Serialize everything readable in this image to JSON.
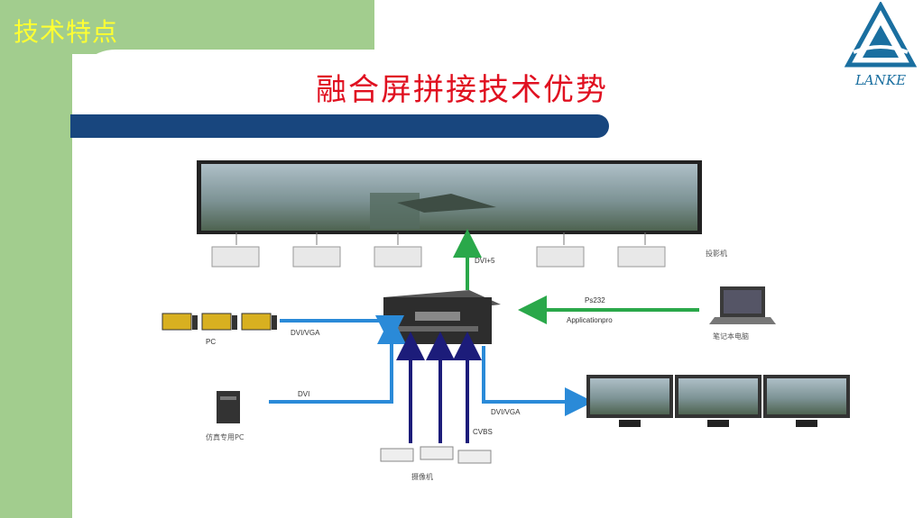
{
  "section_title": "技术特点",
  "main_title": "融合屏拼接技术优势",
  "logo": {
    "text": "LANKE",
    "color": "#1a6fa0",
    "icon": "triangle-logo-icon"
  },
  "colors": {
    "sidebar": "#a2cd8e",
    "bar": "#18467e",
    "title": "#e01020",
    "section": "#ffff33",
    "arrow_green": "#2aa84a",
    "arrow_blue": "#2a8ad8",
    "arrow_navy": "#1c1c7a"
  },
  "diagram": {
    "labels": {
      "projector": "投影机",
      "dvi5": "DVI+5",
      "ps232": "Ps232",
      "appro": "Applicationpro",
      "laptop": "笔记本电脑",
      "pc": "PC",
      "dvivga_left": "DVI/VGA",
      "dvi": "DVI",
      "sim_pc": "仿真专用PC",
      "dvivga_right": "DVI/VGA",
      "cvbs": "CVBS",
      "camera": "摄像机"
    }
  }
}
